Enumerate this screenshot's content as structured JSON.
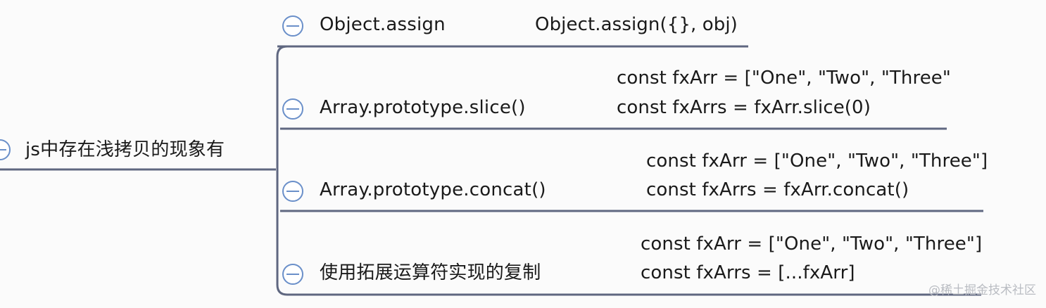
{
  "root": {
    "label": "js中存在浅拷贝的现象有"
  },
  "branches": [
    {
      "label": "Object.assign",
      "code": [
        "Object.assign({}, obj)"
      ]
    },
    {
      "label": "Array.prototype.slice()",
      "code": [
        "const fxArr = [\"One\", \"Two\", \"Three\"",
        "const fxArrs = fxArr.slice(0)"
      ]
    },
    {
      "label": "Array.prototype.concat()",
      "code": [
        "const fxArr = [\"One\", \"Two\", \"Three\"]",
        "const fxArrs = fxArr.concat()"
      ]
    },
    {
      "label": "使用拓展运算符实现的复制",
      "code": [
        "const fxArr = [\"One\", \"Two\", \"Three\"]",
        "const fxArrs = [...fxArr]"
      ]
    }
  ],
  "watermark": "@稀土掘金技术社区",
  "colors": {
    "line": "#5f6780",
    "icon": "#6a8fc9",
    "text": "#1a1a1a",
    "background": "#fbfbfb"
  },
  "icons": {
    "collapse": "minus-circle-icon"
  }
}
